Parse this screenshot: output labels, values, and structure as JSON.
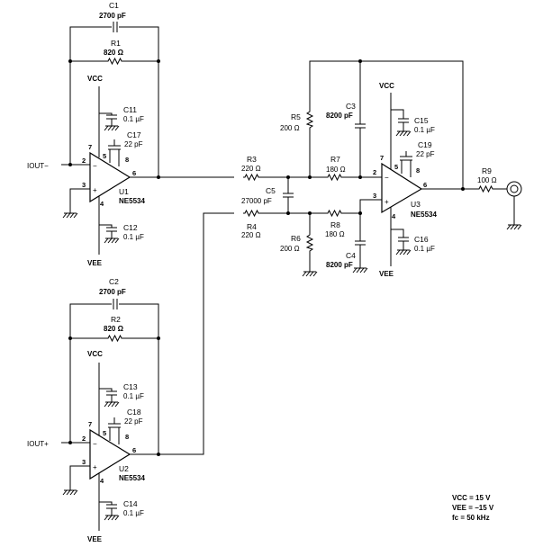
{
  "components": {
    "C1": {
      "name": "C1",
      "value": "2700 pF"
    },
    "R1": {
      "name": "R1",
      "value": "820 Ω"
    },
    "C11": {
      "name": "C11",
      "value": "0.1 µF"
    },
    "C17": {
      "name": "C17",
      "value": "22 pF"
    },
    "C12": {
      "name": "C12",
      "value": "0.1 µF"
    },
    "U1": {
      "name": "U1",
      "part": "NE5534"
    },
    "C2": {
      "name": "C2",
      "value": "2700 pF"
    },
    "R2": {
      "name": "R2",
      "value": "820 Ω"
    },
    "C13": {
      "name": "C13",
      "value": "0.1 µF"
    },
    "C18": {
      "name": "C18",
      "value": "22 pF"
    },
    "C14": {
      "name": "C14",
      "value": "0.1 µF"
    },
    "U2": {
      "name": "U2",
      "part": "NE5534"
    },
    "R3": {
      "name": "R3",
      "value": "220 Ω"
    },
    "R4": {
      "name": "R4",
      "value": "220 Ω"
    },
    "C5": {
      "name": "C5",
      "value": "27000 pF"
    },
    "R5": {
      "name": "R5",
      "value": "200 Ω"
    },
    "R6": {
      "name": "R6",
      "value": "200 Ω"
    },
    "R7": {
      "name": "R7",
      "value": "180 Ω"
    },
    "R8": {
      "name": "R8",
      "value": "180 Ω"
    },
    "C3": {
      "name": "C3",
      "value": "8200 pF"
    },
    "C4": {
      "name": "C4",
      "value": "8200 pF"
    },
    "C15": {
      "name": "C15",
      "value": "0.1 µF"
    },
    "C19": {
      "name": "C19",
      "value": "22 pF"
    },
    "C16": {
      "name": "C16",
      "value": "0.1 µF"
    },
    "U3": {
      "name": "U3",
      "part": "NE5534"
    },
    "R9": {
      "name": "R9",
      "value": "100 Ω"
    }
  },
  "nets": {
    "vcc": "VCC",
    "vee": "VEE",
    "iout_minus": "IOUT−",
    "iout_plus": "IOUT+"
  },
  "pins": {
    "p2": "2",
    "p3": "3",
    "p4": "4",
    "p5": "5",
    "p6": "6",
    "p7": "7",
    "p8": "8",
    "minus": "−",
    "plus": "+"
  },
  "notes": [
    "VCC = 15 V",
    "VEE = −15 V",
    "fc = 50 kHz"
  ]
}
